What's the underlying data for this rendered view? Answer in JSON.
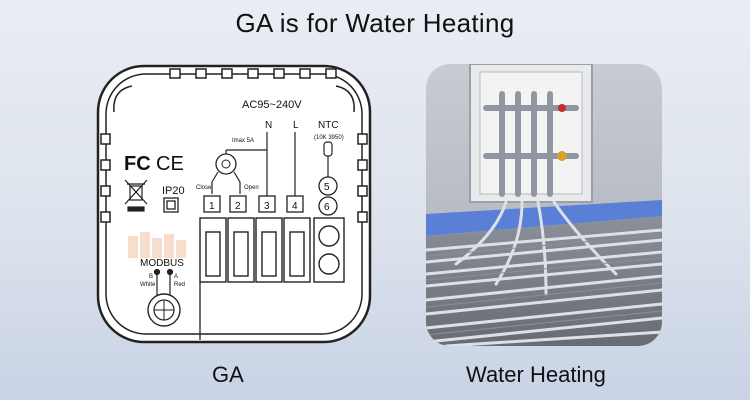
{
  "title": "GA is for Water Heating",
  "left_caption": "GA",
  "right_caption": "Water Heating",
  "device_labels": {
    "voltage": "AC95~240V",
    "n": "N",
    "l": "L",
    "ntc": "NTC",
    "ntc_spec": "(10K 3950)",
    "imax": "Imax 5A",
    "close": "Close",
    "open": "Open",
    "fc": "FC",
    "ce": "CE",
    "ip": "IP20",
    "modbus": "MODBUS",
    "b": "B",
    "white": "White",
    "a": "A",
    "red": "Red",
    "terminals": [
      "1",
      "2",
      "3",
      "4",
      "5",
      "6"
    ]
  },
  "colors": {
    "background_top": "#e9edf4",
    "background_bottom": "#c9d3e6",
    "wall_tile": "#5a7fd6",
    "pipe": "#c9ced6"
  }
}
